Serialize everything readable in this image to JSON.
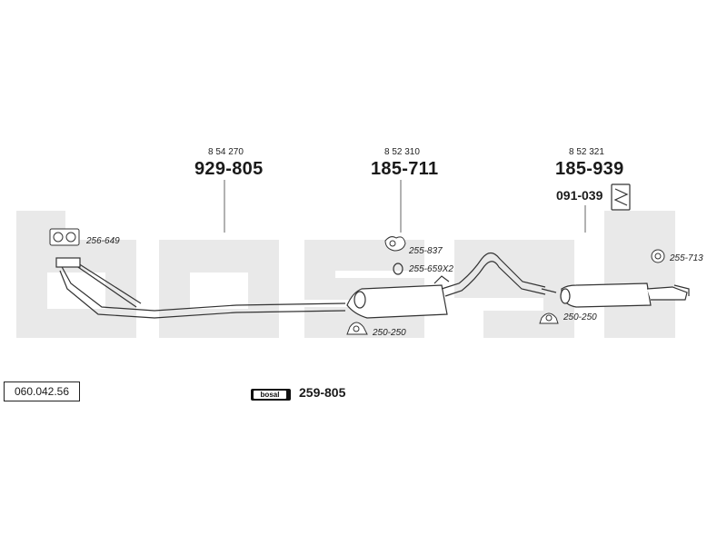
{
  "diagram_ref": "060.042.56",
  "watermark_logo": "bosal",
  "assemblies": {
    "front_pipe": {
      "oe_number": "8 54 270",
      "part_number": "929-805"
    },
    "centre_silencer": {
      "oe_number": "8 52 310",
      "part_number": "185-711"
    },
    "rear_silencer": {
      "oe_number": "8 52 321",
      "part_number": "185-939",
      "extra_part": "091-039"
    }
  },
  "accessories": {
    "gasket": "256-649",
    "clamp_front": "255-837",
    "ring_mount": "255-659X2",
    "hanger_middle": "250-250",
    "hanger_rear": "250-250",
    "clamp_rear": "255-713"
  },
  "fitting_kit": {
    "badge_text": "bosal",
    "part_number": "259-805"
  }
}
